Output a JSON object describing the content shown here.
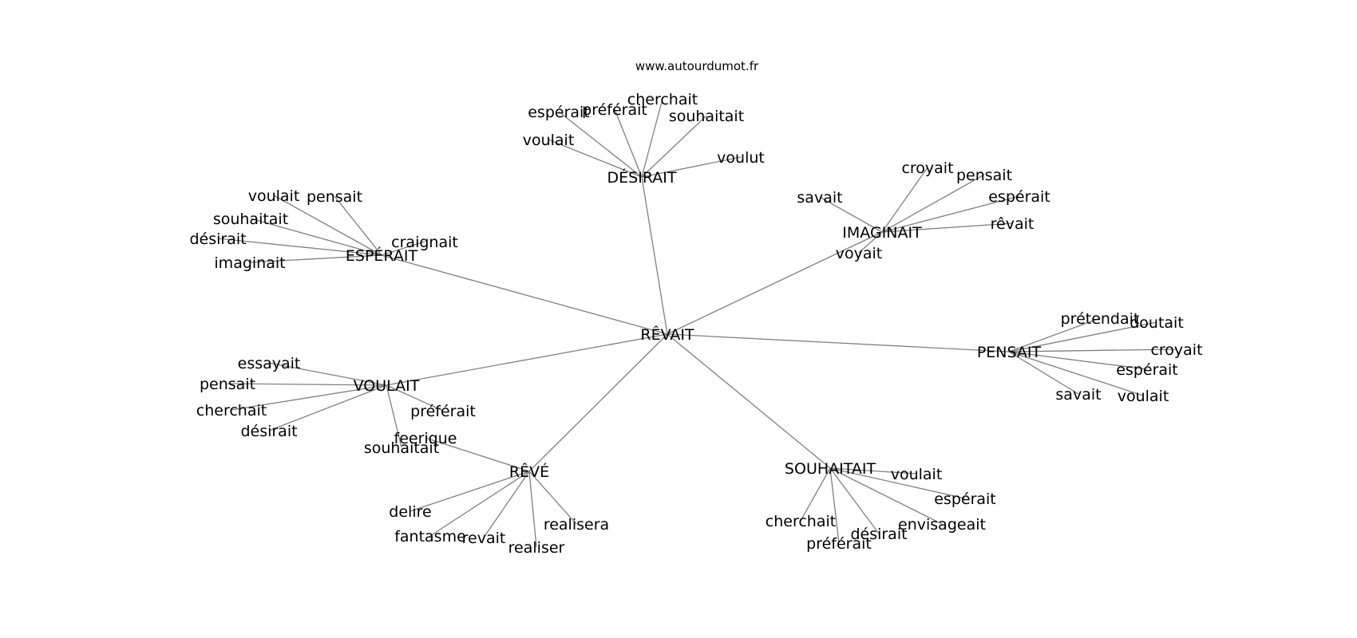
{
  "source_text": "www.autourdumot.fr",
  "graph": {
    "center": "RÊVAIT",
    "groups": [
      {
        "hub": "DÉSIRAIT",
        "leaves": [
          "espérait",
          "préférait",
          "cherchait",
          "souhaitait",
          "voulait",
          "voulut"
        ]
      },
      {
        "hub": "IMAGINAIT",
        "leaves": [
          "croyait",
          "pensait",
          "savait",
          "espérait",
          "rêvait",
          "voyait"
        ]
      },
      {
        "hub": "ESPÉRAIT",
        "leaves": [
          "voulait",
          "pensait",
          "souhaitait",
          "désirait",
          "craignait",
          "imaginait"
        ]
      },
      {
        "hub": "PENSAIT",
        "leaves": [
          "prétendait",
          "doutait",
          "croyait",
          "espérait",
          "savait",
          "voulait"
        ]
      },
      {
        "hub": "VOULAIT",
        "leaves": [
          "essayait",
          "pensait",
          "cherchait",
          "préférait",
          "désirait",
          "souhaitait"
        ]
      },
      {
        "hub": "RÊVÉ",
        "leaves": [
          "feerique",
          "delire",
          "realisera",
          "fantasme",
          "revait",
          "realiser"
        ]
      },
      {
        "hub": "SOUHAITAIT",
        "leaves": [
          "voulait",
          "espérait",
          "cherchait",
          "envisageait",
          "désirait",
          "préférait"
        ]
      }
    ]
  }
}
